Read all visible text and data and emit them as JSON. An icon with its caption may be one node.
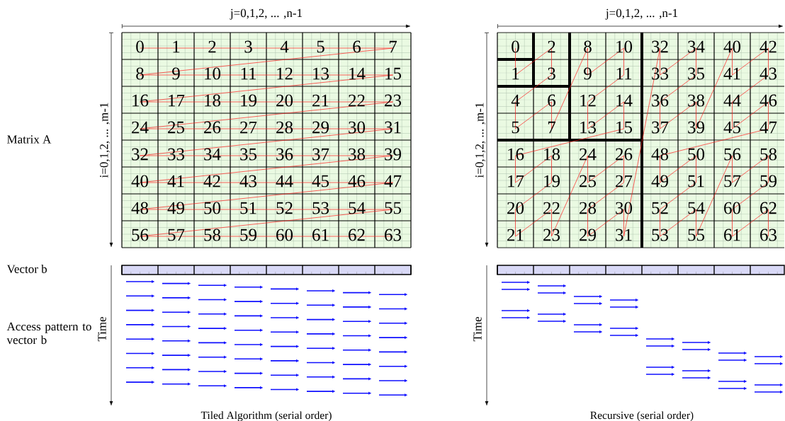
{
  "diagram": {
    "labels": [
      "j=0,1,2, ... ,n-1",
      "j=0,1,2, ... ,n-1",
      "Matrix A",
      "i=0,1,2, ... ,m-1",
      "i=0,1,2, ... ,m-1",
      "0",
      "1",
      "2",
      "3",
      "4",
      "5",
      "6",
      "7",
      "8",
      "9",
      "10",
      "11",
      "12",
      "13",
      "14",
      "15",
      "16",
      "17",
      "18",
      "19",
      "20",
      "21",
      "22",
      "23",
      "24",
      "25",
      "26",
      "27",
      "28",
      "29",
      "30",
      "31",
      "32",
      "33",
      "34",
      "35",
      "36",
      "37",
      "38",
      "39",
      "40",
      "41",
      "42",
      "43",
      "44",
      "45",
      "46",
      "47",
      "48",
      "49",
      "50",
      "51",
      "52",
      "53",
      "54",
      "55",
      "56",
      "57",
      "58",
      "59",
      "60",
      "61",
      "62",
      "63",
      "0",
      "2",
      "8",
      "10",
      "32",
      "34",
      "40",
      "42",
      "1",
      "3",
      "9",
      "11",
      "33",
      "35",
      "41",
      "43",
      "4",
      "6",
      "12",
      "14",
      "36",
      "38",
      "44",
      "46",
      "5",
      "7",
      "13",
      "15",
      "37",
      "39",
      "45",
      "47",
      "16",
      "18",
      "24",
      "26",
      "48",
      "50",
      "56",
      "58",
      "17",
      "19",
      "25",
      "27",
      "49",
      "51",
      "57",
      "59",
      "20",
      "22",
      "28",
      "30",
      "52",
      "54",
      "60",
      "62",
      "21",
      "23",
      "29",
      "31",
      "53",
      "55",
      "61",
      "63",
      "Vector b",
      "Access pattern to vector b",
      "Time",
      "Time",
      "Tiled Algorithm (serial order)",
      "Recursive (serial order)"
    ]
  }
}
